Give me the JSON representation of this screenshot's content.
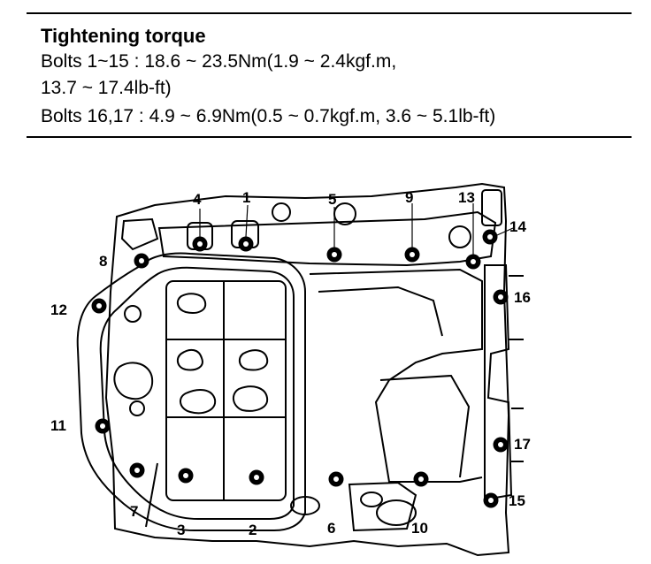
{
  "spec": {
    "title": "Tightening torque",
    "line1": "Bolts 1~15 :  18.6 ~ 23.5Nm(1.9 ~ 2.4kgf.m,",
    "line2": "13.7  ~  17.4lb-ft)",
    "line3": "Bolts 16,17 : 4.9 ~ 6.9Nm(0.5 ~ 0.7kgf.m, 3.6 ~ 5.1lb-ft)"
  },
  "bolts": {
    "b1": "1",
    "b2": "2",
    "b3": "3",
    "b4": "4",
    "b5": "5",
    "b6": "6",
    "b7": "7",
    "b8": "8",
    "b9": "9",
    "b10": "10",
    "b11": "11",
    "b12": "12",
    "b13": "13",
    "b14": "14",
    "b15": "15",
    "b16": "16",
    "b17": "17"
  }
}
